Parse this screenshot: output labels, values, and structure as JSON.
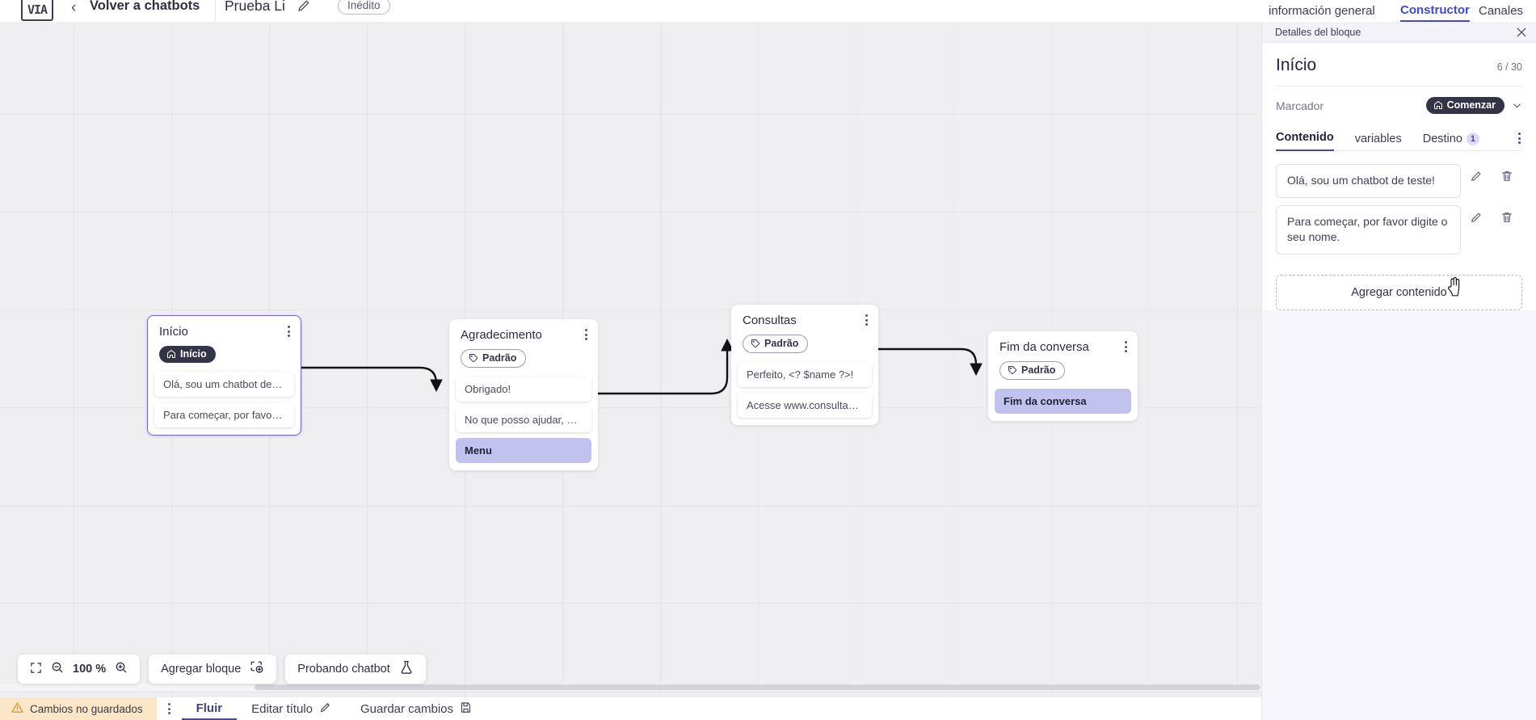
{
  "topbar": {
    "logo_text": "VIA",
    "back_label": "Volver a chatbots",
    "doc_title": "Prueba Li",
    "status_badge": "Inédito"
  },
  "right_tabs": [
    {
      "label": "información general",
      "active": false
    },
    {
      "label": "Constructor",
      "active": true
    },
    {
      "label": "Canales",
      "active": false
    }
  ],
  "canvas": {
    "zoom_label": "100 %",
    "add_block_label": "Agregar bloque",
    "test_chatbot_label": "Probando chatbot",
    "nodes": [
      {
        "title": "Início",
        "tag": "Início",
        "tag_style": "dark",
        "messages": [
          {
            "text": "Olá, sou um chatbot de teste!",
            "accent": false
          },
          {
            "text": "Para começar, por favor digite o ...",
            "accent": false
          }
        ]
      },
      {
        "title": "Agradecimento",
        "tag": "Padrão",
        "tag_style": "light",
        "messages": [
          {
            "text": "Obrigado!",
            "accent": false
          },
          {
            "text": "No que posso ajudar, <? $name ...",
            "accent": false
          },
          {
            "text": "Menu",
            "accent": true
          }
        ]
      },
      {
        "title": "Consultas",
        "tag": "Padrão",
        "tag_style": "light",
        "messages": [
          {
            "text": "Perfeito, <? $name ?>!",
            "accent": false
          },
          {
            "text": "Acesse www.consultas.com par...",
            "accent": false
          }
        ]
      },
      {
        "title": "Fim da conversa",
        "tag": "Padrão",
        "tag_style": "light",
        "messages": [
          {
            "text": "Fim da conversa",
            "accent": true
          }
        ]
      }
    ]
  },
  "panel": {
    "header_title": "Detalles del bloque",
    "block_title": "Início",
    "counter": "6 / 30",
    "marker_label": "Marcador",
    "marker_value": "Comenzar",
    "tabs": [
      {
        "label": "Contenido",
        "active": true,
        "count": null
      },
      {
        "label": "variables",
        "active": false,
        "count": null
      },
      {
        "label": "Destino",
        "active": false,
        "count": "1"
      }
    ],
    "contents": [
      {
        "text": "Olá, sou um chatbot de teste!"
      },
      {
        "text": "Para começar, por favor digite o seu nome."
      }
    ],
    "add_content_label": "Agregar contenido"
  },
  "statusbar": {
    "unsaved_label": "Cambios no guardados",
    "flow_label": "Fluir",
    "edit_title_label": "Editar título",
    "save_label": "Guardar cambios"
  },
  "colors": {
    "accent": "#4a44b8",
    "tab_active": "#3f49d8",
    "node_selected": "#6f5fe0",
    "warning_bg": "#fbe6c8",
    "accent_msg": "#c2c2ee"
  }
}
